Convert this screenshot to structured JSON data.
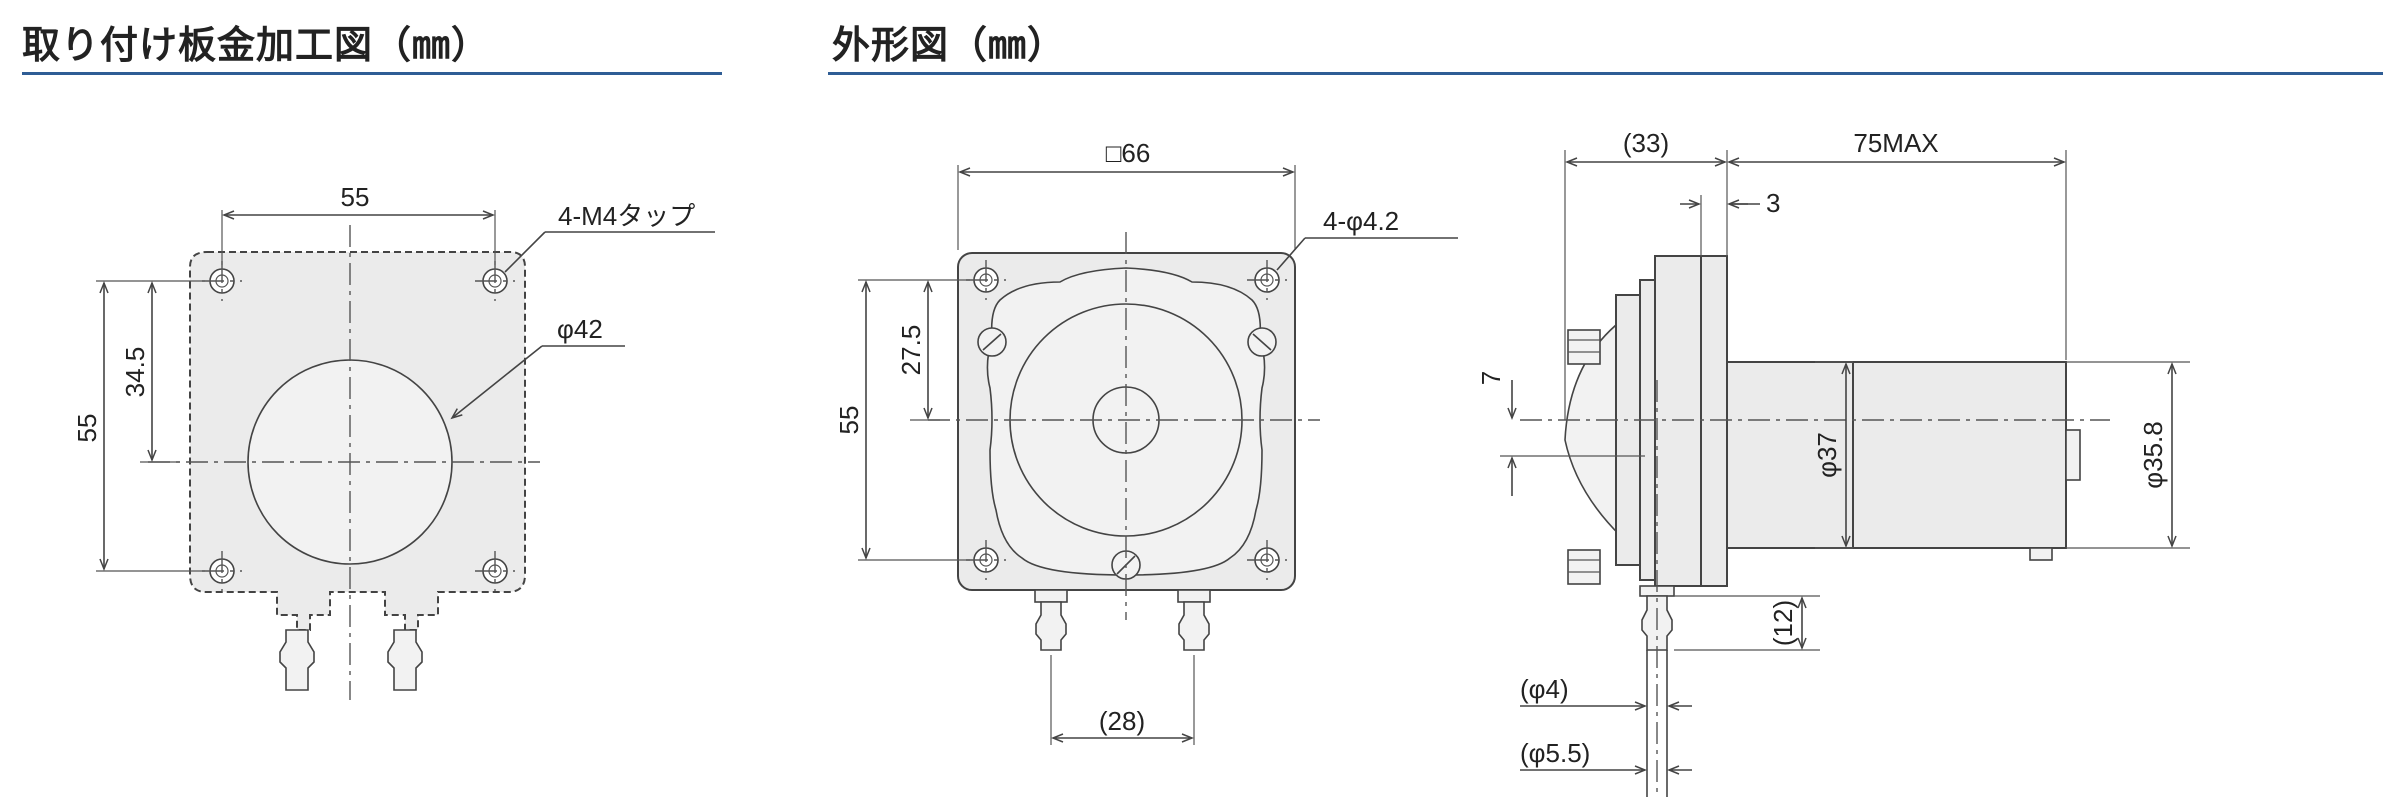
{
  "sections": {
    "mounting": {
      "title": "取り付け板金加工図（㎜）"
    },
    "outline": {
      "title": "外形図（㎜）"
    }
  },
  "colors": {
    "accent_rule": "#2f5d95",
    "line": "#444444",
    "fill": "#ebebeb"
  },
  "mounting_drawing": {
    "dim_width": "55",
    "dim_height": "55",
    "dim_center_height": "34.5",
    "tap_label": "4-M4タップ",
    "hole_label": "φ42"
  },
  "front_view": {
    "dim_square": "□66",
    "dim_hole_pitch": "55",
    "dim_center_height": "27.5",
    "mount_hole_label": "4-φ4.2",
    "dim_tube_pitch": "(28)"
  },
  "side_view": {
    "dim_head_depth": "(33)",
    "dim_motor_length": "75MAX",
    "dim_flange": "3",
    "dim_offset": "7",
    "dim_motor_dia": "φ37",
    "dim_body_dia": "φ35.8",
    "dim_tube_length": "(12)",
    "dim_tube_inner": "(φ4)",
    "dim_tube_outer": "(φ5.5)"
  }
}
